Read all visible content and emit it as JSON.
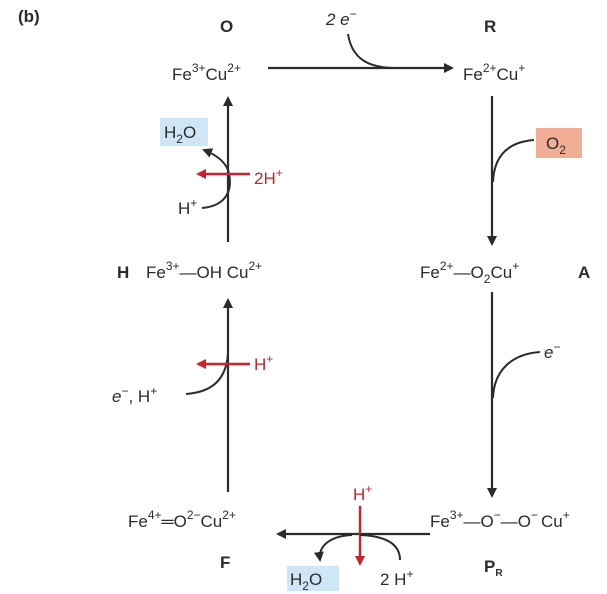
{
  "panel_label": "(b)",
  "states": {
    "O": {
      "letter": "O",
      "fe": "Fe",
      "fe_sup": "3+",
      "cu": "Cu",
      "cu_sup": "2+"
    },
    "R": {
      "letter": "R",
      "fe": "Fe",
      "fe_sup": "2+",
      "cu": "Cu",
      "cu_sup": "+"
    },
    "A": {
      "letter": "A",
      "fe": "Fe",
      "fe_sup": "2+",
      "link": "—O",
      "link_sub": "2",
      "cu": "Cu",
      "cu_sup": "+"
    },
    "PR": {
      "letter": "P",
      "letter_sub": "R",
      "fe": "Fe",
      "fe_sup": "3+",
      "o1": "—O",
      "o1_sup": "−",
      "o2": "—O",
      "o2_sup": "−",
      "cu": "Cu",
      "cu_sup": "+"
    },
    "F": {
      "letter": "F",
      "fe": "Fe",
      "fe_sup": "4+",
      "eq": "═O",
      "eq_sup": "2−",
      "cu": "Cu",
      "cu_sup": "2+"
    },
    "H": {
      "letter": "H",
      "fe": "Fe",
      "fe_sup": "3+",
      "link": "—OH Cu",
      "cu_sup": "2+"
    }
  },
  "inputs": {
    "O_to_R": {
      "text": "2 e",
      "sup": "−"
    },
    "R_to_A": {
      "text": "O",
      "sub": "2"
    },
    "A_to_PR": {
      "text": "e",
      "sup": "−"
    },
    "PR_to_F_proton": {
      "text": "H",
      "sup": "+"
    },
    "PR_to_F_in": {
      "text": "2 H",
      "sup": "+"
    },
    "PR_to_F_out": {
      "text": "H",
      "sub": "2",
      "tail": "O"
    },
    "F_to_H_in": {
      "text": "e",
      "sup": "−",
      "tail": ", H",
      "sup2": "+"
    },
    "F_to_H_proton": {
      "text": "H",
      "sup": "+"
    },
    "H_to_O_in": {
      "text": "H",
      "sup": "+"
    },
    "H_to_O_proton": {
      "text": "2H",
      "sup": "+"
    },
    "H_to_O_out": {
      "text": "H",
      "sub": "2",
      "tail": "O"
    }
  },
  "colors": {
    "ink": "#2b2b2b",
    "proton_red": "#d0202a",
    "water_box": "#cfe6f7",
    "oxygen_box": "#f2ad96"
  }
}
